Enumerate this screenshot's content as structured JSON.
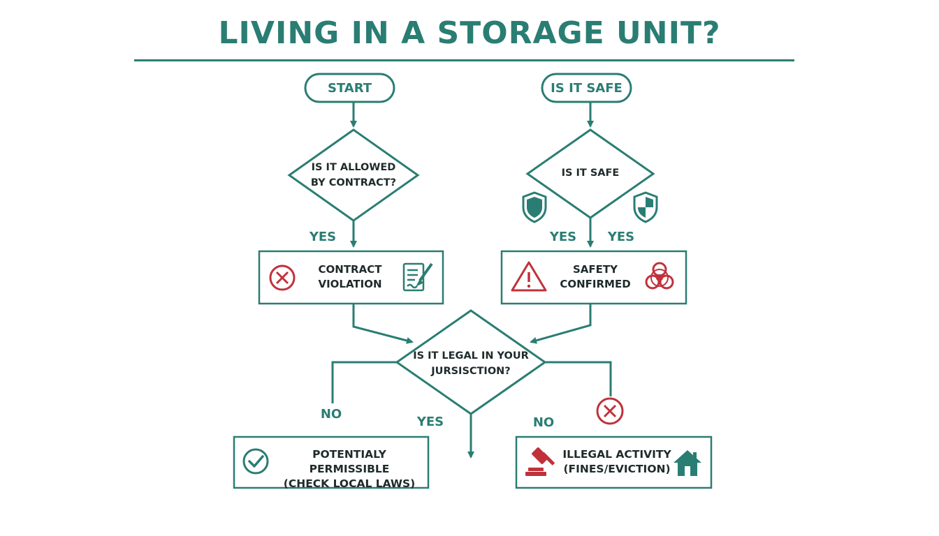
{
  "title": "LIVING IN A STORAGE UNIT?",
  "nodes": {
    "start": "START",
    "is_it_safe_terminal": "IS IT SAFE",
    "allowed_question": "IS IT ALLOWED\nBY CONTRACT?",
    "safe_question": "IS IT SAFE",
    "contract_violation": "CONTRACT\nVIOLATION",
    "safety_confirmed": "SAFETY\nCONFIRMED",
    "legal_question": "IS IT LEGAL IN YOUR\nJURSISCTION?",
    "potentially_permissible": "POTENTIALY PERMISSIBLE\n(CHECK LOCAL LAWS)",
    "illegal_activity": "ILLEGAL ACTIVITY\n(FINES/EVICTION)"
  },
  "edge_labels": {
    "allowed_yes": "YES",
    "safe_yes_left": "YES",
    "safe_yes_right": "YES",
    "legal_no_left": "NO",
    "legal_yes": "YES",
    "legal_no_right": "NO"
  },
  "colors": {
    "teal": "#2a7d73",
    "red": "#c0313c",
    "text": "#1f2a2a"
  },
  "icons": [
    "x-circle-icon",
    "document-pen-icon",
    "warning-triangle-icon",
    "biohazard-icon",
    "shield-icon",
    "shield-check-icon",
    "x-circle-icon",
    "check-circle-icon",
    "gavel-icon",
    "house-icon"
  ]
}
